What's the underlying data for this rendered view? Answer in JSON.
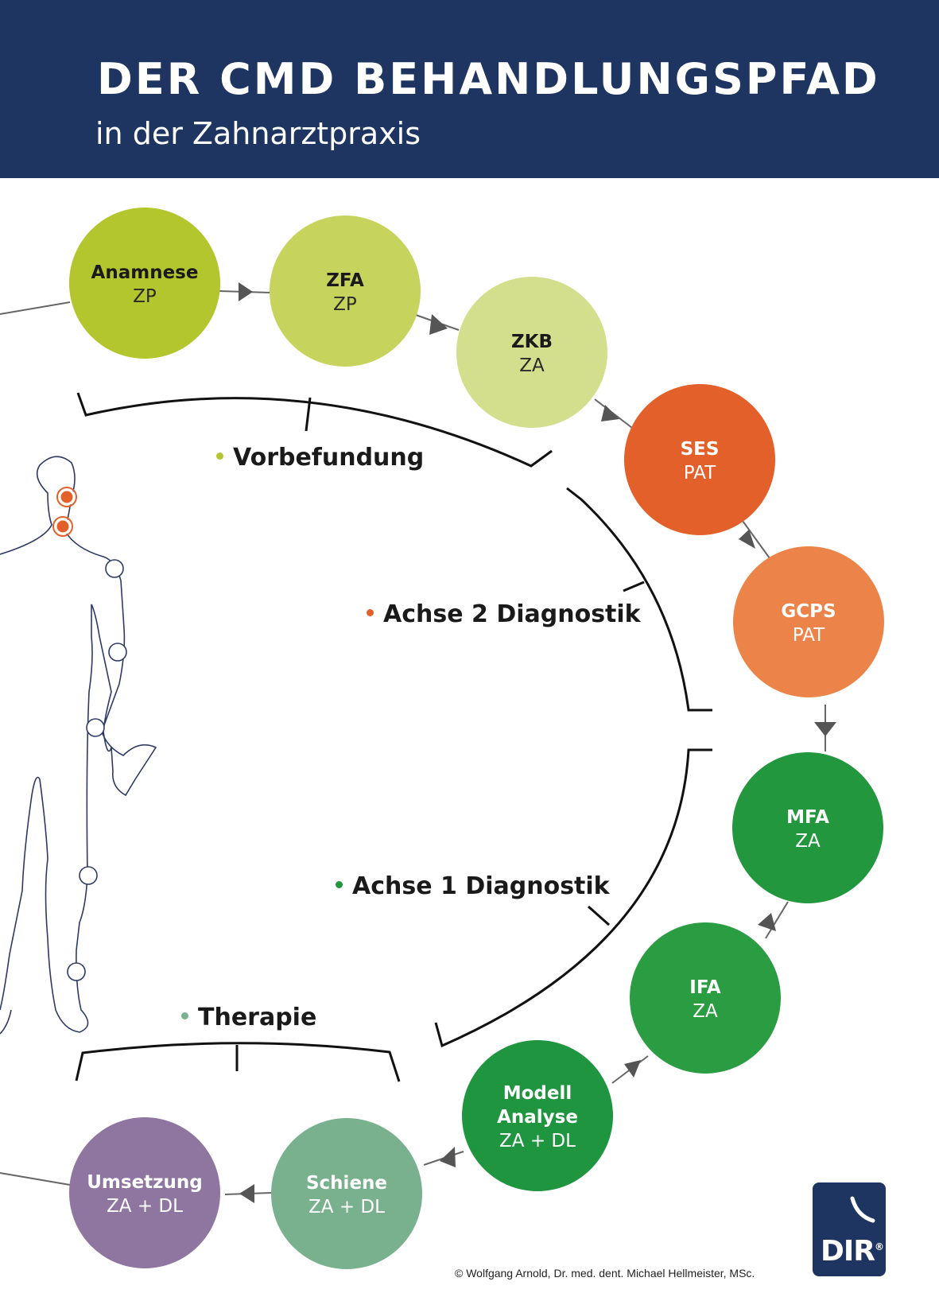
{
  "header": {
    "title": "DER CMD BEHANDLUNGSPFAD",
    "subtitle": "in der Zahnarztpraxis",
    "background": "#1e3461"
  },
  "steps": [
    {
      "name": "Anamnese",
      "role": "ZP",
      "color": "#b3c62d"
    },
    {
      "name": "ZFA",
      "role": "ZP",
      "color": "#c6d45d"
    },
    {
      "name": "ZKB",
      "role": "ZA",
      "color": "#d3df8d"
    },
    {
      "name": "SES",
      "role": "PAT",
      "color": "#e4602a"
    },
    {
      "name": "GCPS",
      "role": "PAT",
      "color": "#ec844a"
    },
    {
      "name": "MFA",
      "role": "ZA",
      "color": "#23973e"
    },
    {
      "name": "IFA",
      "role": "ZA",
      "color": "#2a9c42"
    },
    {
      "name": "Modell",
      "name2": "Analyse",
      "role": "ZA + DL",
      "color": "#1f9540"
    },
    {
      "name": "Schiene",
      "role": "ZA + DL",
      "color": "#79b18f"
    },
    {
      "name": "Umsetzung",
      "role": "ZA + DL",
      "color": "#8f76a1"
    }
  ],
  "phases": {
    "vorbefundung": {
      "label": "Vorbefundung",
      "color": "#b3c62d"
    },
    "achse2": {
      "label": "Achse 2 Diagnostik",
      "color": "#e4602a"
    },
    "achse1": {
      "label": "Achse 1 Diagnostik",
      "color": "#23973e"
    },
    "therapie": {
      "label": "Therapie",
      "color": "#79b18f"
    }
  },
  "logo": {
    "text": "DIR",
    "mark": "®"
  },
  "copyright": "© Wolfgang Arnold, Dr. med. dent. Michael Hellmeister, MSc."
}
